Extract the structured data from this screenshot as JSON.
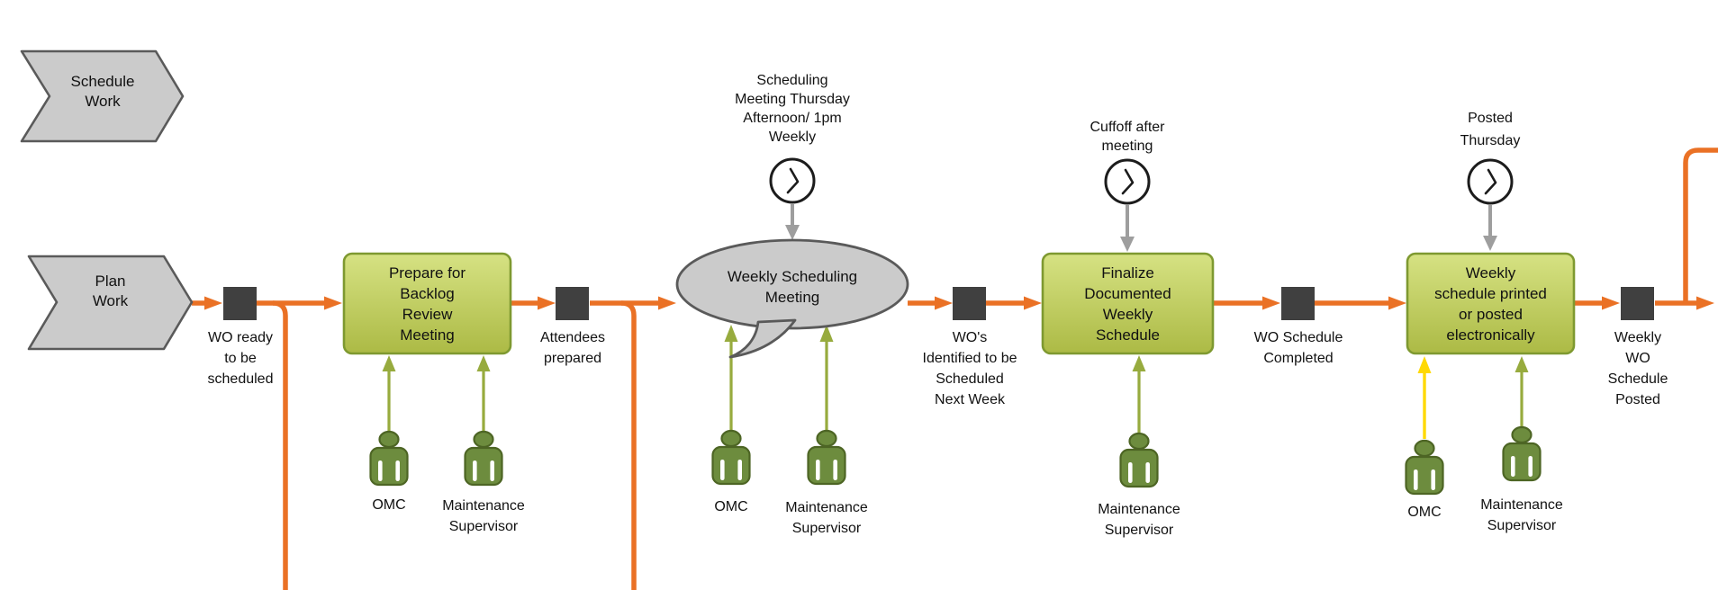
{
  "phases": [
    {
      "label": "Schedule\nWork"
    },
    {
      "label": "Plan\nWork"
    }
  ],
  "processes": [
    {
      "label": "Prepare for\nBacklog\nReview\nMeeting"
    },
    {
      "label": "Finalize\nDocumented\nWeekly\nSchedule"
    },
    {
      "label": "Weekly\nschedule printed\nor posted\nelectronically"
    }
  ],
  "meeting": {
    "label": "Weekly Scheduling\nMeeting"
  },
  "milestones": [
    {
      "label": "WO ready\nto be\nscheduled"
    },
    {
      "label": "Attendees\nprepared"
    },
    {
      "label": "WO's\nIdentified to be\nScheduled\nNext Week"
    },
    {
      "label": "WO Schedule\nCompleted"
    },
    {
      "label": "Weekly\nWO\nSchedule\nPosted"
    }
  ],
  "timers": [
    {
      "icon": "clock-icon",
      "caption": "Scheduling\nMeeting Thursday\nAfternoon/ 1pm\nWeekly"
    },
    {
      "icon": "clock-icon",
      "caption": "Cuffoff after\nmeeting"
    },
    {
      "icon": "clock-icon",
      "caption": "Posted\nThursday"
    }
  ],
  "actors": [
    {
      "icon": "person-icon",
      "label": "OMC"
    },
    {
      "icon": "person-icon",
      "label": "Maintenance\nSupervisor"
    },
    {
      "icon": "person-icon",
      "label": "OMC"
    },
    {
      "icon": "person-icon",
      "label": "Maintenance\nSupervisor"
    },
    {
      "icon": "person-icon",
      "label": "Maintenance\nSupervisor"
    },
    {
      "icon": "person-icon",
      "label": "OMC"
    },
    {
      "icon": "person-icon",
      "label": "Maintenance\nSupervisor"
    }
  ],
  "colors": {
    "flow_orange": "#ea7125",
    "process_box_top": "#d6e283",
    "process_box_bottom": "#acba45",
    "process_box_border": "#7e9930",
    "phase_fill": "#cbcbcb",
    "phase_border": "#5a5a5a",
    "milestone_square": "#404040",
    "person_fill": "#6d8c3e",
    "person_border": "#4d6524",
    "actor_arrow_olive": "#97ab3e",
    "actor_arrow_yellow": "#ffd903",
    "timer_arrow_gray": "#9e9e9e",
    "text": "#111111"
  }
}
